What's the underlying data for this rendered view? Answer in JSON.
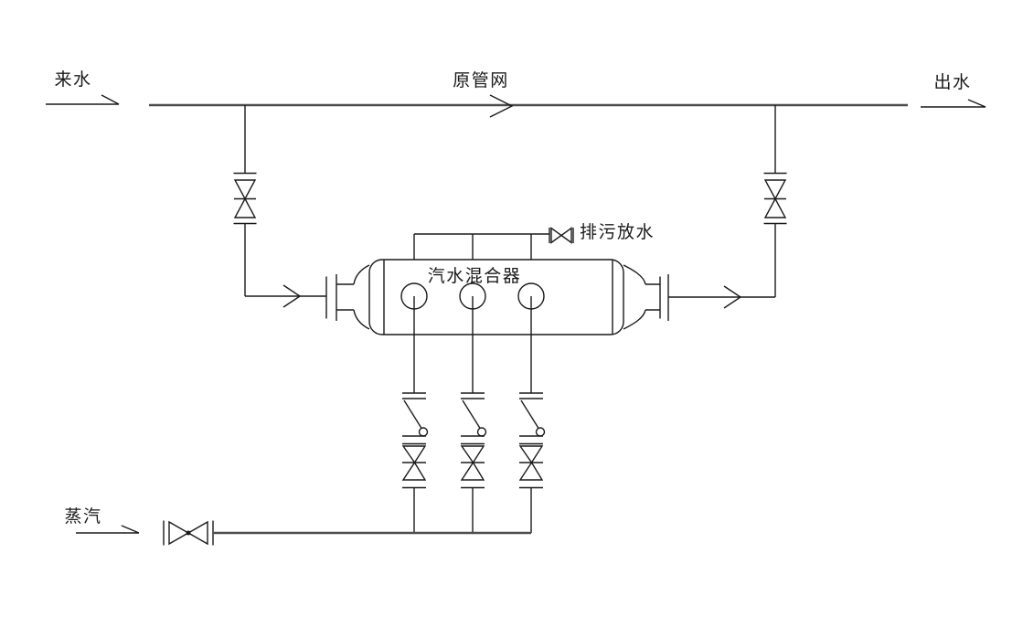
{
  "diagram": {
    "type": "piping-schematic",
    "labels": {
      "incoming_water": "来水",
      "main_network": "原管网",
      "outgoing_water": "出水",
      "drain_blowdown": "排污放水",
      "mixer": "汽水混合器",
      "steam": "蒸汽"
    },
    "symbols": {
      "isolation_valve": "gate-valve-icon",
      "drain_valve": "small-valve-icon",
      "steam_valve": "valve-with-disc-icon",
      "branch_joint": "swing-union-icon",
      "branch_valve": "gate-valve-icon",
      "mixer_port": "nozzle-circle-icon"
    },
    "colors": {
      "line": "#1a1a1a",
      "pipe": "#4d4d4d",
      "background": "#ffffff"
    }
  }
}
